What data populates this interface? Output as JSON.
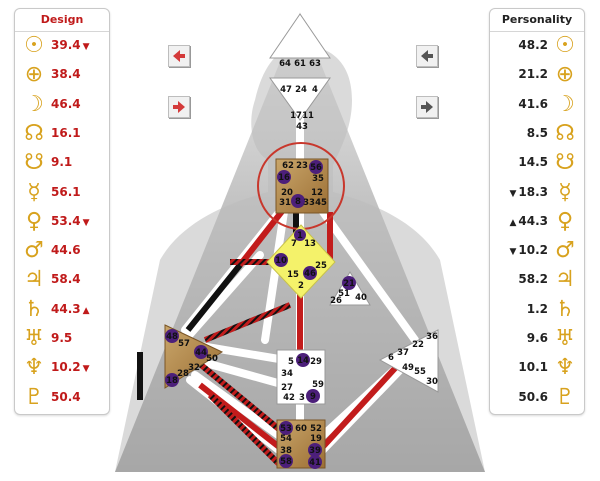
{
  "design": {
    "title": "Design",
    "rows": [
      {
        "icon": "sun-icon",
        "glyph": "☉",
        "value": "39.4",
        "arrow": "▼"
      },
      {
        "icon": "earth-icon",
        "glyph": "⊕",
        "value": "38.4",
        "arrow": ""
      },
      {
        "icon": "moon-icon",
        "glyph": "☽",
        "value": "46.4",
        "arrow": ""
      },
      {
        "icon": "north-node-icon",
        "glyph": "☊",
        "value": "16.1",
        "arrow": ""
      },
      {
        "icon": "south-node-icon",
        "glyph": "☋",
        "value": "9.1",
        "arrow": ""
      },
      {
        "icon": "mercury-icon",
        "glyph": "☿",
        "value": "56.1",
        "arrow": ""
      },
      {
        "icon": "venus-icon",
        "glyph": "♀",
        "value": "53.4",
        "arrow": "▼"
      },
      {
        "icon": "mars-icon",
        "glyph": "♂",
        "value": "44.6",
        "arrow": ""
      },
      {
        "icon": "jupiter-icon",
        "glyph": "♃",
        "value": "58.4",
        "arrow": ""
      },
      {
        "icon": "saturn-icon",
        "glyph": "♄",
        "value": "44.3",
        "arrow": "▲"
      },
      {
        "icon": "uranus-icon",
        "glyph": "♅",
        "value": "9.5",
        "arrow": ""
      },
      {
        "icon": "neptune-icon",
        "glyph": "♆",
        "value": "10.2",
        "arrow": "▼"
      },
      {
        "icon": "pluto-icon",
        "glyph": "♇",
        "value": "50.4",
        "arrow": ""
      }
    ]
  },
  "personality": {
    "title": "Personality",
    "rows": [
      {
        "icon": "sun-icon",
        "glyph": "☉",
        "value": "48.2",
        "arrow": ""
      },
      {
        "icon": "earth-icon",
        "glyph": "⊕",
        "value": "21.2",
        "arrow": ""
      },
      {
        "icon": "moon-icon",
        "glyph": "☽",
        "value": "41.6",
        "arrow": ""
      },
      {
        "icon": "north-node-icon",
        "glyph": "☊",
        "value": "8.5",
        "arrow": ""
      },
      {
        "icon": "south-node-icon",
        "glyph": "☋",
        "value": "14.5",
        "arrow": ""
      },
      {
        "icon": "mercury-icon",
        "glyph": "☿",
        "value": "18.3",
        "arrow": "▼"
      },
      {
        "icon": "venus-icon",
        "glyph": "♀",
        "value": "44.3",
        "arrow": "▲"
      },
      {
        "icon": "mars-icon",
        "glyph": "♂",
        "value": "10.2",
        "arrow": "▼"
      },
      {
        "icon": "jupiter-icon",
        "glyph": "♃",
        "value": "58.2",
        "arrow": ""
      },
      {
        "icon": "saturn-icon",
        "glyph": "♄",
        "value": "1.2",
        "arrow": ""
      },
      {
        "icon": "uranus-icon",
        "glyph": "♅",
        "value": "9.6",
        "arrow": ""
      },
      {
        "icon": "neptune-icon",
        "glyph": "♆",
        "value": "10.1",
        "arrow": ""
      },
      {
        "icon": "pluto-icon",
        "glyph": "♇",
        "value": "50.6",
        "arrow": ""
      }
    ]
  },
  "nav": {
    "left_top": "arrow-left-icon",
    "left_bottom": "arrow-right-icon",
    "right_top": "arrow-left-icon",
    "right_bottom": "arrow-right-icon"
  },
  "colors": {
    "design_accent": "#c01a1a",
    "glyph_gold": "#d8a21e",
    "center_defined": "#b08040",
    "g_center": "#f4f26a"
  },
  "gates": {
    "head": [
      "64",
      "61",
      "63"
    ],
    "ajna": [
      "47",
      "24",
      "4"
    ],
    "ajna_low": [
      "17",
      "11",
      "43"
    ],
    "throat": [
      "62",
      "23",
      "56",
      "16",
      "35",
      "20",
      "12",
      "31",
      "8",
      "33",
      "45"
    ],
    "g": [
      "1",
      "7",
      "13",
      "10",
      "15",
      "46",
      "2",
      "25"
    ],
    "heart": [
      "21",
      "51",
      "26",
      "40"
    ],
    "spleen": [
      "48",
      "57",
      "44",
      "50",
      "32",
      "28",
      "18"
    ],
    "sacral": [
      "5",
      "14",
      "29",
      "34",
      "27",
      "42",
      "3",
      "9",
      "59"
    ],
    "solar": [
      "36",
      "22",
      "37",
      "6",
      "49",
      "55",
      "30"
    ],
    "root": [
      "53",
      "60",
      "52",
      "54",
      "19",
      "38",
      "39",
      "58",
      "41"
    ]
  }
}
